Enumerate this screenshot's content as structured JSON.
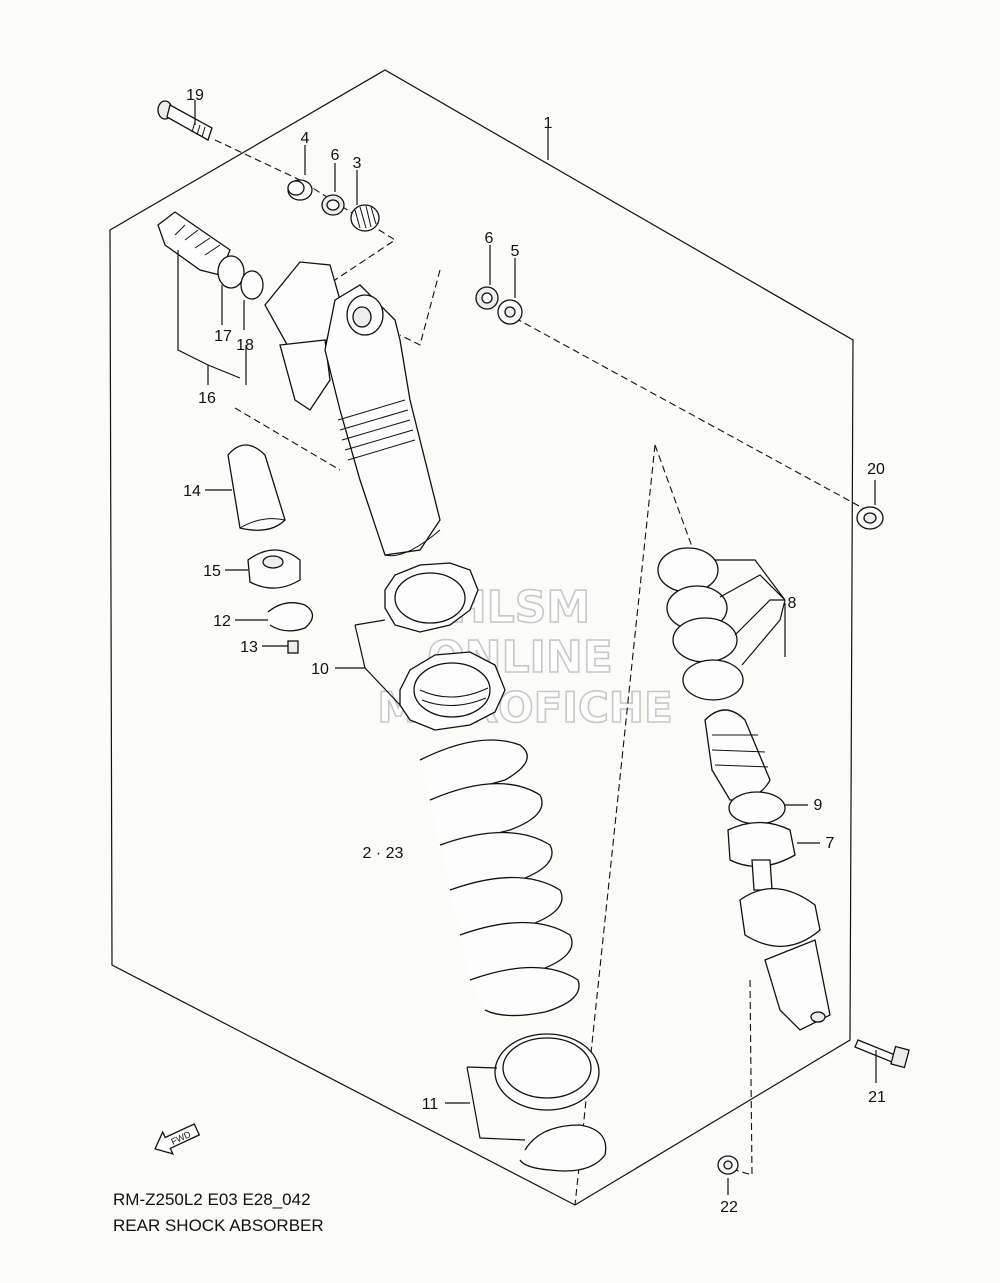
{
  "diagram": {
    "caption_line1": "RM-Z250L2 E03 E28_042",
    "caption_line2": "REAR SHOCK ABSORBER",
    "fwd_label": "FWD",
    "watermark": [
      "HLSM",
      "ONLINE",
      "MICROFICHE"
    ],
    "callouts": {
      "p1": "1",
      "p2_23": "2 · 23",
      "p3": "3",
      "p4": "4",
      "p5": "5",
      "p6a": "6",
      "p6b": "6",
      "p7": "7",
      "p8": "8",
      "p9": "9",
      "p10": "10",
      "p11": "11",
      "p12": "12",
      "p13": "13",
      "p14": "14",
      "p15": "15",
      "p16": "16",
      "p17": "17",
      "p18": "18",
      "p19": "19",
      "p20": "20",
      "p21": "21",
      "p22": "22"
    }
  }
}
